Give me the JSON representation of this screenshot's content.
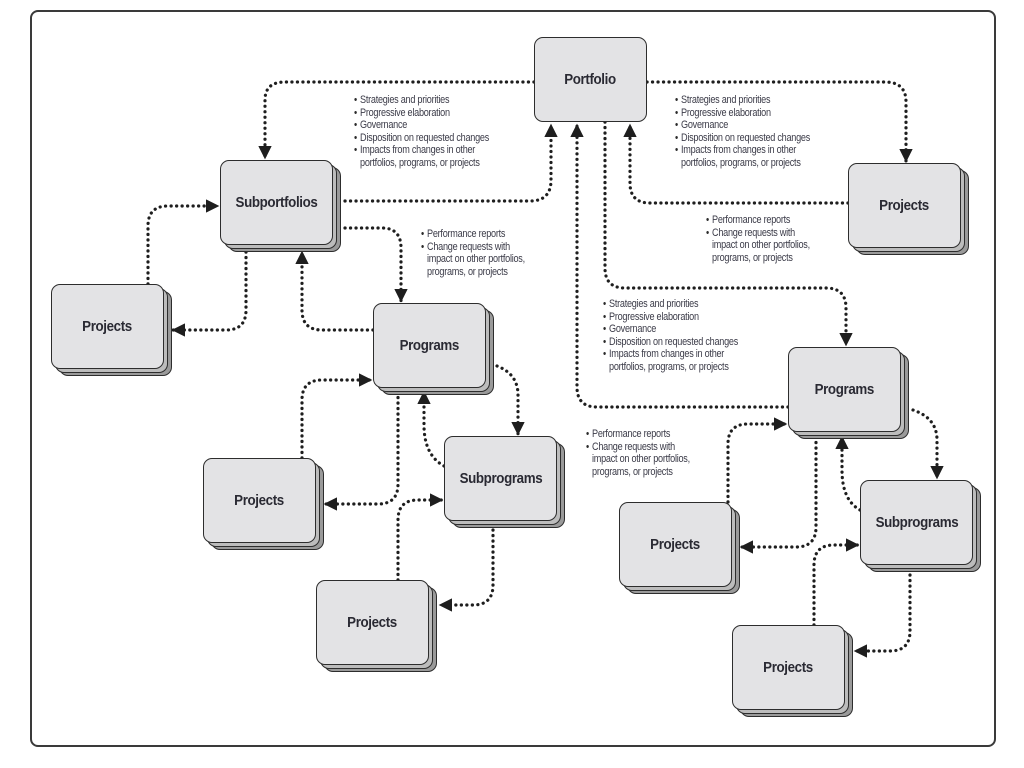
{
  "diagram": {
    "title": "Portfolio, program and project interactions",
    "nodes": {
      "portfolio": {
        "label": "Portfolio"
      },
      "subportfolios": {
        "label": "Subportfolios"
      },
      "projects_top_right": {
        "label": "Projects"
      },
      "projects_left": {
        "label": "Projects"
      },
      "programs_left": {
        "label": "Programs"
      },
      "projects_mid_left": {
        "label": "Projects"
      },
      "subprograms_left": {
        "label": "Subprograms"
      },
      "projects_bottom_left": {
        "label": "Projects"
      },
      "programs_right": {
        "label": "Programs"
      },
      "projects_mid_right": {
        "label": "Projects"
      },
      "subprograms_right": {
        "label": "Subprograms"
      },
      "projects_bottom_right": {
        "label": "Projects"
      }
    },
    "notes": {
      "down_to_subportfolios": [
        "Strategies and priorities",
        "Progressive elaboration",
        "Governance",
        "Disposition on requested changes",
        "Impacts from changes in other",
        "portfolios, programs, or projects"
      ],
      "down_to_projects": [
        "Strategies and priorities",
        "Progressive elaboration",
        "Governance",
        "Disposition on requested changes",
        "Impacts from changes in other",
        "portfolios, programs, or projects"
      ],
      "up_from_projects": [
        "Performance reports",
        "Change requests with",
        "impact on other portfolios,",
        "programs, or projects"
      ],
      "up_from_subportfolios": [
        "Performance reports",
        "Change requests with",
        "impact on other portfolios,",
        "programs, or projects"
      ],
      "down_to_programs": [
        "Strategies and priorities",
        "Progressive elaboration",
        "Governance",
        "Disposition on requested changes",
        "Impacts from changes in other",
        "portfolios, programs, or projects"
      ],
      "up_from_programs": [
        "Performance reports",
        "Change requests with",
        "impact on other portfolios,",
        "programs, or projects"
      ]
    },
    "colors": {
      "box_fill": "#e3e3e5",
      "stack_mid": "#bcbcbc",
      "stack_back": "#9a9a9a",
      "line": "#1e1e1e",
      "text": "#2a2a33"
    }
  }
}
